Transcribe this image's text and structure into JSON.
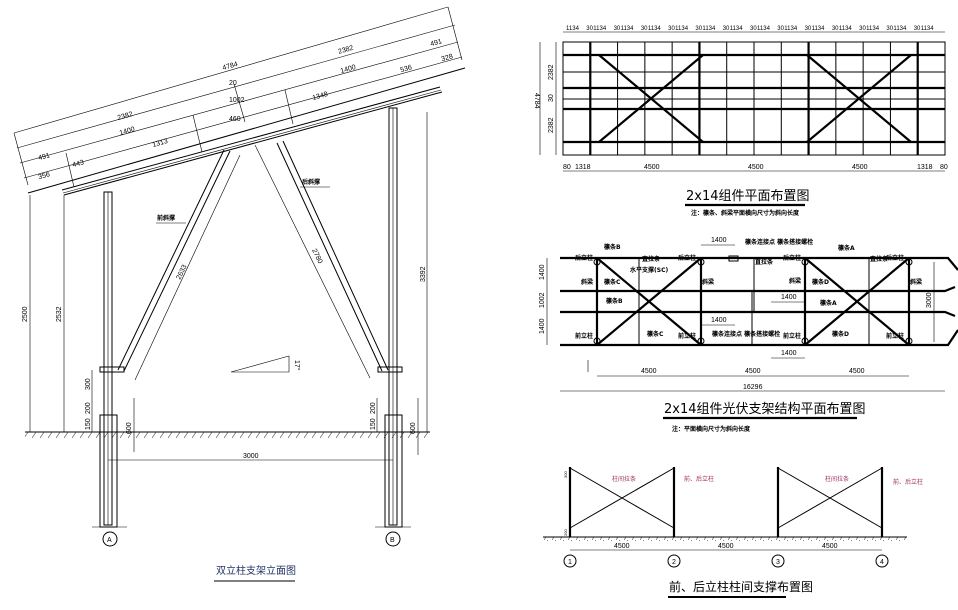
{
  "elevation": {
    "title": "双立柱支架立面图",
    "labels": {
      "rear_brace": "后斜撑",
      "front_brace": "前斜撑"
    },
    "slope_dims": {
      "total": "4784",
      "upper_panel": "2382",
      "lower_panel": "2382",
      "gap": "20",
      "top_overhang": "491",
      "bottom_overhang": "491",
      "top_edge": "328",
      "top_purlin_gap": "536",
      "upper_purlin": "1400",
      "lower_purlin": "1400",
      "rear_span": "1348",
      "mid": "1002",
      "center": "460",
      "front_span": "1313",
      "bottom_edge": "356",
      "front_offset": "443"
    },
    "vertical_dims": {
      "front_height": "2500",
      "front_top": "2532",
      "rear_height": "3392",
      "front_brace_len": "2633",
      "rear_brace_len": "2780",
      "angle": "17°",
      "brace_base": "300",
      "post_upper": "200",
      "post_lower": "150",
      "embed_front": "600",
      "post_upper_r": "200",
      "post_lower_r": "150",
      "embed_rear": "600"
    },
    "span": "3000",
    "axes": [
      "A",
      "B"
    ]
  },
  "layout_plan": {
    "title": "2x14组件平面布置图",
    "note": "注：檩条、斜梁平面横向尺寸为斜向长度",
    "module_width": "1134",
    "module_gap": "30",
    "module_count": 14,
    "height_total": "4784",
    "left_dims": [
      "2382",
      "30",
      "2382"
    ],
    "bottom_dims": [
      "80",
      "1318",
      "4500",
      "4500",
      "4500",
      "1318",
      "80"
    ]
  },
  "structure_plan": {
    "title": "2x14组件光伏支架结构平面布置图",
    "note": "注：平面横向尺寸为斜向长度",
    "labels": {
      "purlin_b": "檩条B",
      "purlin_a": "檩条A",
      "purlin_c": "檩条C",
      "purlin_d": "檩条D",
      "rear_post": "后立柱",
      "front_post": "前立柱",
      "beam": "斜梁",
      "tie": "直拉条",
      "horizontal_brace": "水平支撑(SC)",
      "joint": "檩条连接点 檩条搭接螺栓"
    },
    "left_dims": [
      "1400",
      "1002",
      "1400"
    ],
    "right_dim": "3000",
    "offset_dim": "1400",
    "bay_dims": [
      "4500",
      "4500",
      "4500"
    ],
    "total": "16296"
  },
  "bracing": {
    "title": "前、后立柱柱间支撑布置图",
    "brace_label": "柱间拉条",
    "post_label": "前、后立柱",
    "small_dims": [
      "300",
      "200"
    ],
    "bay_dims": [
      "4500",
      "4500",
      "4500"
    ],
    "axes": [
      "1",
      "2",
      "3",
      "4"
    ]
  }
}
